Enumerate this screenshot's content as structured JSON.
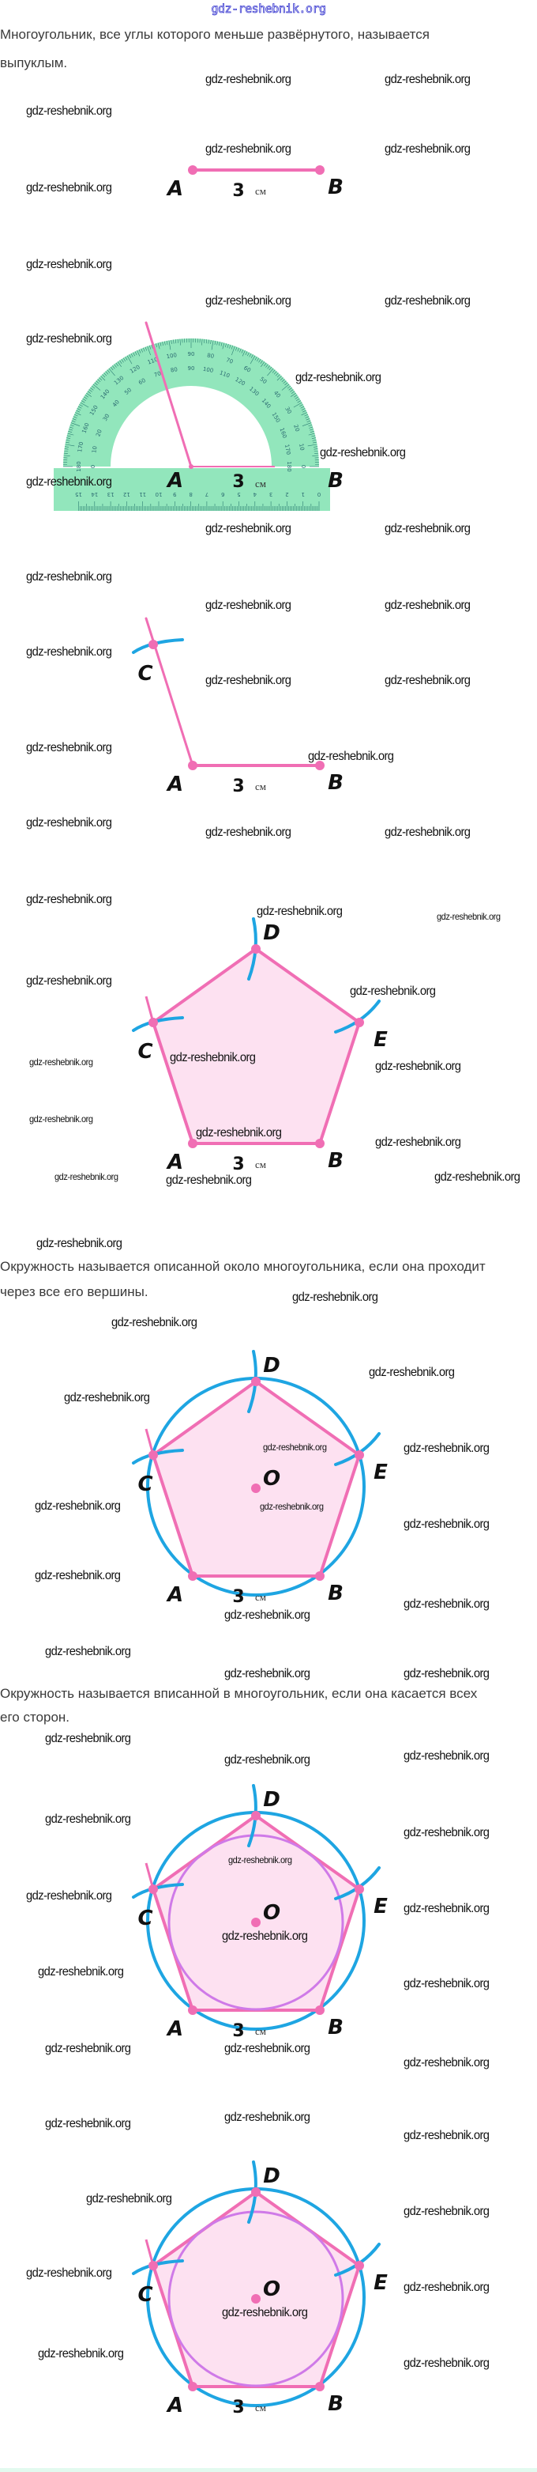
{
  "header": {
    "logo": "gdz-reshebnik.org"
  },
  "watermark": "gdz-reshebnik.org",
  "paragraphs": {
    "convex": {
      "lines": [
        "Многоугольник, все углы которого меньше развёрнутого, называется",
        "выпуклым."
      ]
    },
    "circumscribed": {
      "lines": [
        "Окружность называется описанной около многоугольника, если она проходит",
        "через все его вершины."
      ]
    },
    "inscribed": {
      "lines": [
        "Окружность называется вписанной в многоугольник, если она касается всех",
        "его сторон."
      ]
    }
  },
  "labels": {
    "A": "A",
    "B": "B",
    "C": "C",
    "D": "D",
    "E": "E",
    "O": "O",
    "length": "3",
    "unit": "см"
  },
  "protractor": {
    "scale_labels": [
      "0",
      "10",
      "20",
      "30",
      "40",
      "50",
      "60",
      "70",
      "80",
      "90",
      "100",
      "110",
      "120",
      "130",
      "140",
      "150",
      "160",
      "170",
      "180"
    ],
    "ruler_labels": [
      "0",
      "1",
      "2",
      "3",
      "4",
      "5",
      "6",
      "7",
      "8",
      "9",
      "10",
      "11",
      "12",
      "13",
      "14",
      "15"
    ]
  },
  "colors": {
    "pink": "#f06eb4",
    "fill": "#fde1f1",
    "blue": "#1ea5e2",
    "purple": "#cf7ae8",
    "green": "#92e6bc"
  }
}
